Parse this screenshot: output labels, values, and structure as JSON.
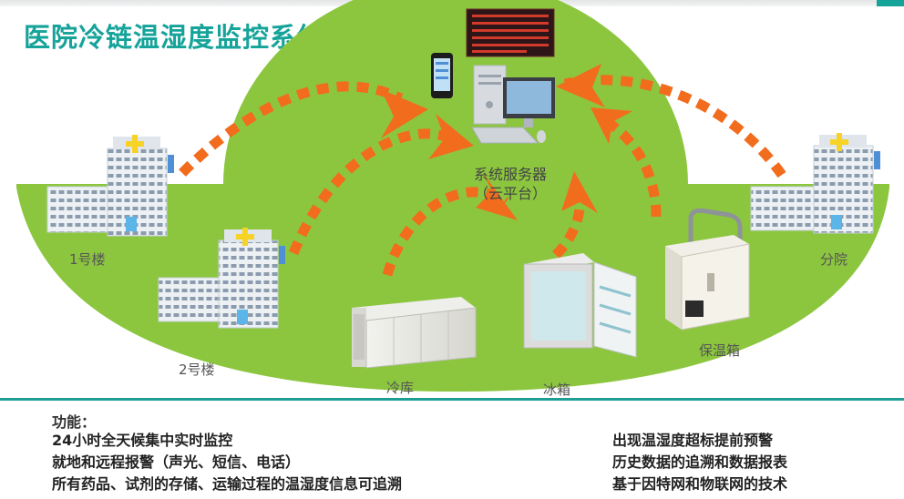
{
  "title": "医院冷链温湿度监控系统架构",
  "server": {
    "line1": "系统服务器",
    "line2": "（云平台）"
  },
  "locations": {
    "building1": "1号楼",
    "building2": "2号楼",
    "branch": "分院",
    "cold_storage": "冷库",
    "fridge": "冰箱",
    "cool_box": "保温箱"
  },
  "features_title": "功能：",
  "features_left": [
    "24小时全天候集中实时监控",
    "就地和远程报警（声光、短信、电话）",
    "所有药品、试剂的存储、运输过程的温湿度信息可追溯"
  ],
  "features_right": [
    "出现温湿度超标提前预警",
    "历史数据的追溯和数据报表",
    "基于因特网和物联网的技术"
  ],
  "colors": {
    "accent": "#15a39a",
    "ground": "#8cc63f",
    "arrow": "#f26c1d"
  },
  "icons": [
    "hospital-building-icon",
    "smartphone-icon",
    "led-display-board-icon",
    "desktop-computer-icon",
    "cold-room-icon",
    "medical-fridge-icon",
    "cool-box-icon"
  ]
}
